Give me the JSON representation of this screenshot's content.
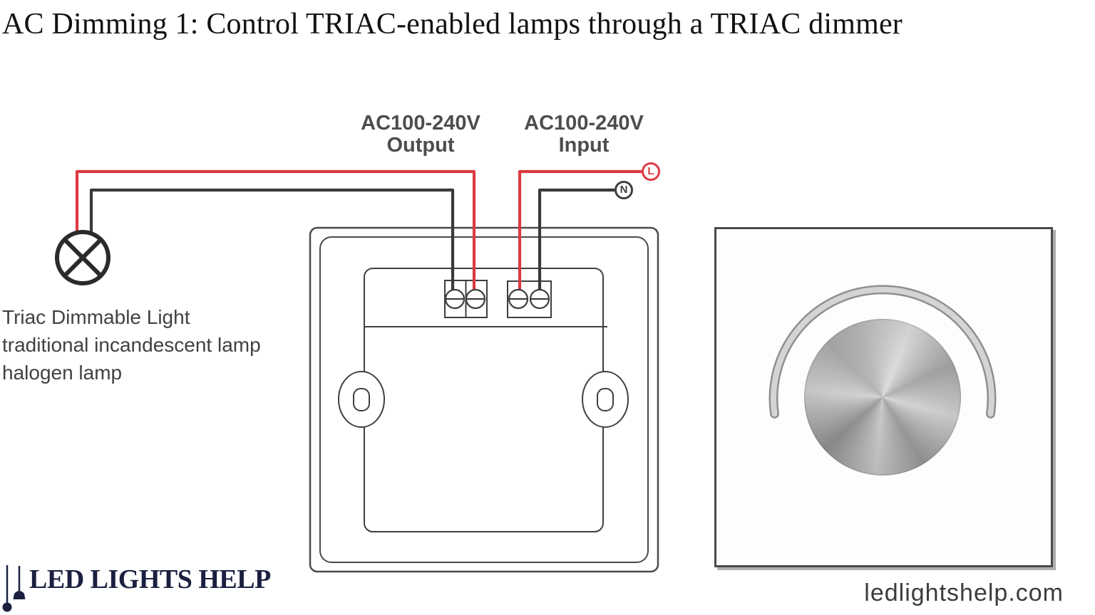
{
  "header": {
    "title": "AC Dimming 1: Control TRIAC-enabled lamps through a TRIAC dimmer"
  },
  "diagram": {
    "output_label": {
      "line1": "AC100-240V",
      "line2": "Output"
    },
    "input_label": {
      "line1": "AC100-240V",
      "line2": "Input"
    },
    "terminals": {
      "live": "L",
      "neutral": "N"
    },
    "lamp_caption": [
      "Triac Dimmable Light",
      "traditional incandescent lamp",
      "halogen lamp"
    ],
    "colors": {
      "live_wire": "#dc3a43",
      "neutral_wire": "#3a3a3a",
      "panel_outline": "#4a4a4a",
      "label_text": "#4d4d4d"
    }
  },
  "branding": {
    "logo_text": "LED LIGHTS HELP",
    "logo_color": "#1b2040",
    "website": "ledlightshelp.com"
  }
}
